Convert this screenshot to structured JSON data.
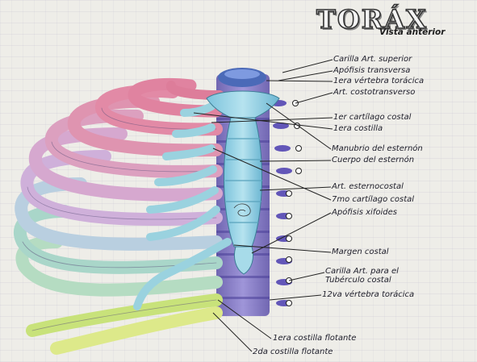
{
  "title": "TORÁX",
  "subtitle": "Vista anterior",
  "labels": {
    "carilla_sup": "Carilla Art. superior",
    "apofisis_transversa": "Apófisis transversa",
    "vertebra_1": "1era vértebra torácica",
    "costotransverso": "Art. costotransverso",
    "cartilago_1": "1er cartílago costal",
    "costilla_1": "1era costilla",
    "manubrio": "Manubrio del esternón",
    "cuerpo": "Cuerpo del esternón",
    "esternocostal": "Art. esternocostal",
    "cartilago_7": "7mo cartílago costal",
    "xifoides": "Apófisis xifoides",
    "margen": "Margen costal",
    "carilla_tuberculo_1": "Carilla Art. para el",
    "carilla_tuberculo_2": "Tubérculo costal",
    "vertebra_12": "12va vértebra torácica",
    "flotante_1": "1era costilla flotante",
    "flotante_2": "2da costilla flotante"
  },
  "colors": {
    "rib_upper": "#d98aa6",
    "rib_middle": "#c7a0cf",
    "rib_lower": "#a9c9d6",
    "rib_floating": "#d9e87a",
    "cartilage": "#9ad2df",
    "sternum": "#9bd4e8",
    "vertebra": "#7a6fc0"
  }
}
